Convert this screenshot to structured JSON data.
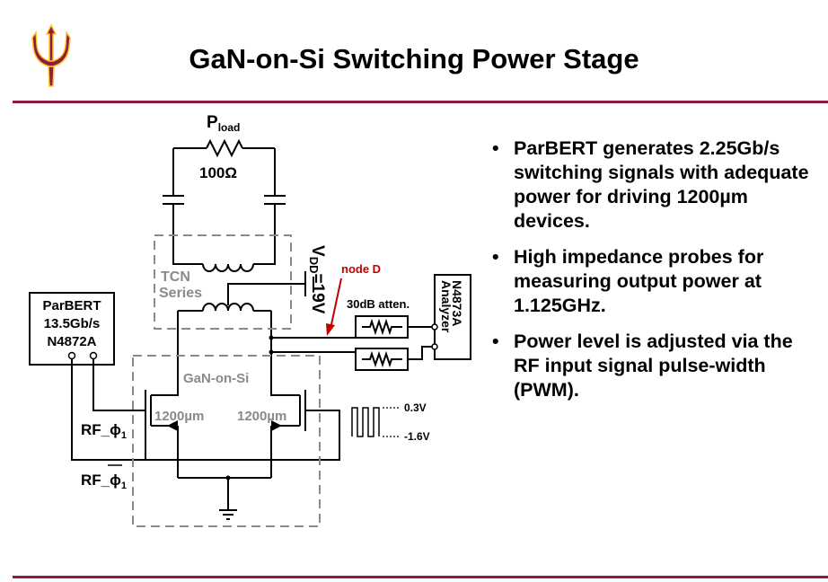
{
  "title": "GaN-on-Si Switching Power Stage",
  "bullet_marker": "•",
  "bullets": [
    "ParBERT generates 2.25Gb/s switching signals with adequate power for driving 1200µm devices.",
    "High impedance probes for measuring output power at 1.125GHz.",
    "Power level is adjusted via the RF input signal pulse-width (PWM)."
  ],
  "circuit": {
    "pload_main": "P",
    "pload_sub": "load",
    "resistor_value": "100Ω",
    "tcn_line1": "TCN",
    "tcn_line2": "Series",
    "vdd_main": "V",
    "vdd_sub": "DD",
    "vdd_value": "=19V",
    "node_label": "node D",
    "atten_label": "30dB atten.",
    "analyzer_line1": "Analyzer",
    "analyzer_line2": "N4873A",
    "parbert_line1": "ParBERT",
    "parbert_line2": "13.5Gb/s",
    "parbert_line3": "N4872A",
    "gan_label": "GaN-on-Si",
    "device_left": "1200µm",
    "device_right": "1200µm",
    "rf_phi1_main": "RF_ϕ",
    "rf_phi1_sub": "1",
    "rf_phi1b_main": "RF_ϕ",
    "rf_phi1b_sub": "1",
    "pulse_high": "0.3V",
    "pulse_low": "-1.6V"
  },
  "colors": {
    "accent": "#8c1d40",
    "gold": "#ffc627",
    "dashed_box": "#8a8a8a",
    "node_arrow": "#c00000"
  }
}
